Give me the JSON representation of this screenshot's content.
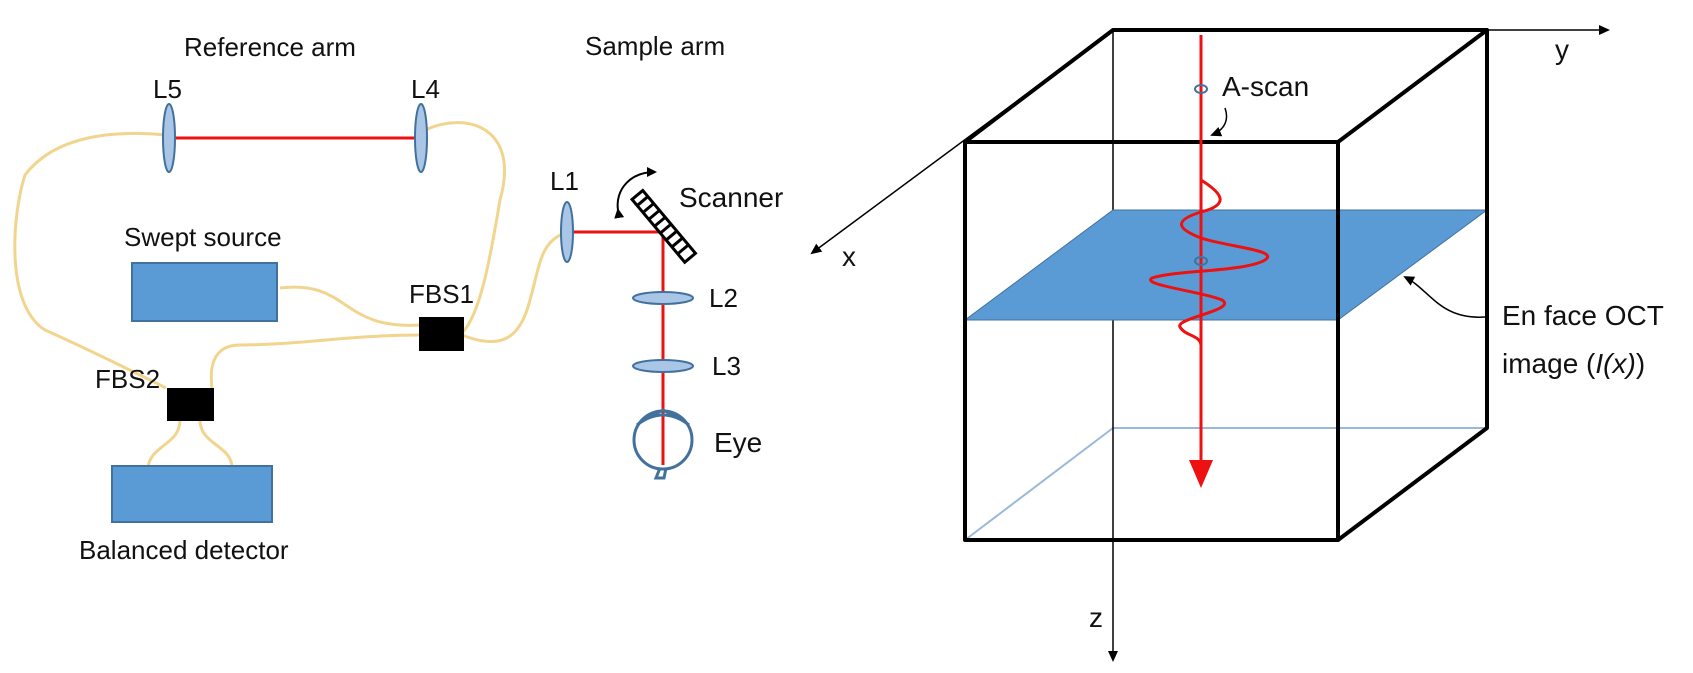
{
  "left_diagram": {
    "reference_arm_label": "Reference arm",
    "sample_arm_label": "Sample arm",
    "lens_labels": {
      "l1": "L1",
      "l2": "L2",
      "l3": "L3",
      "l4": "L4",
      "l5": "L5"
    },
    "scanner_label": "Scanner",
    "swept_source_label": "Swept source",
    "fbs1_label": "FBS1",
    "fbs2_label": "FBS2",
    "balanced_detector_label": "Balanced detector",
    "eye_label": "Eye"
  },
  "right_diagram": {
    "axis_x_label": "x",
    "axis_y_label": "y",
    "axis_z_label": "z",
    "a_scan_label": "A-scan",
    "en_face_label_line1": "En face OCT",
    "en_face_label_line2_prefix": "image (",
    "en_face_label_line2_italic": "I(x)",
    "en_face_label_line2_suffix": ")"
  },
  "colors": {
    "laser": "#ee1111",
    "fiber": "#f1d58e",
    "component_fill": "#5b9bd5",
    "component_stroke": "#41719c",
    "lens_fill": "#a9c6e6",
    "coupler": "#000000",
    "en_face_plane": "#5b9bd5"
  }
}
